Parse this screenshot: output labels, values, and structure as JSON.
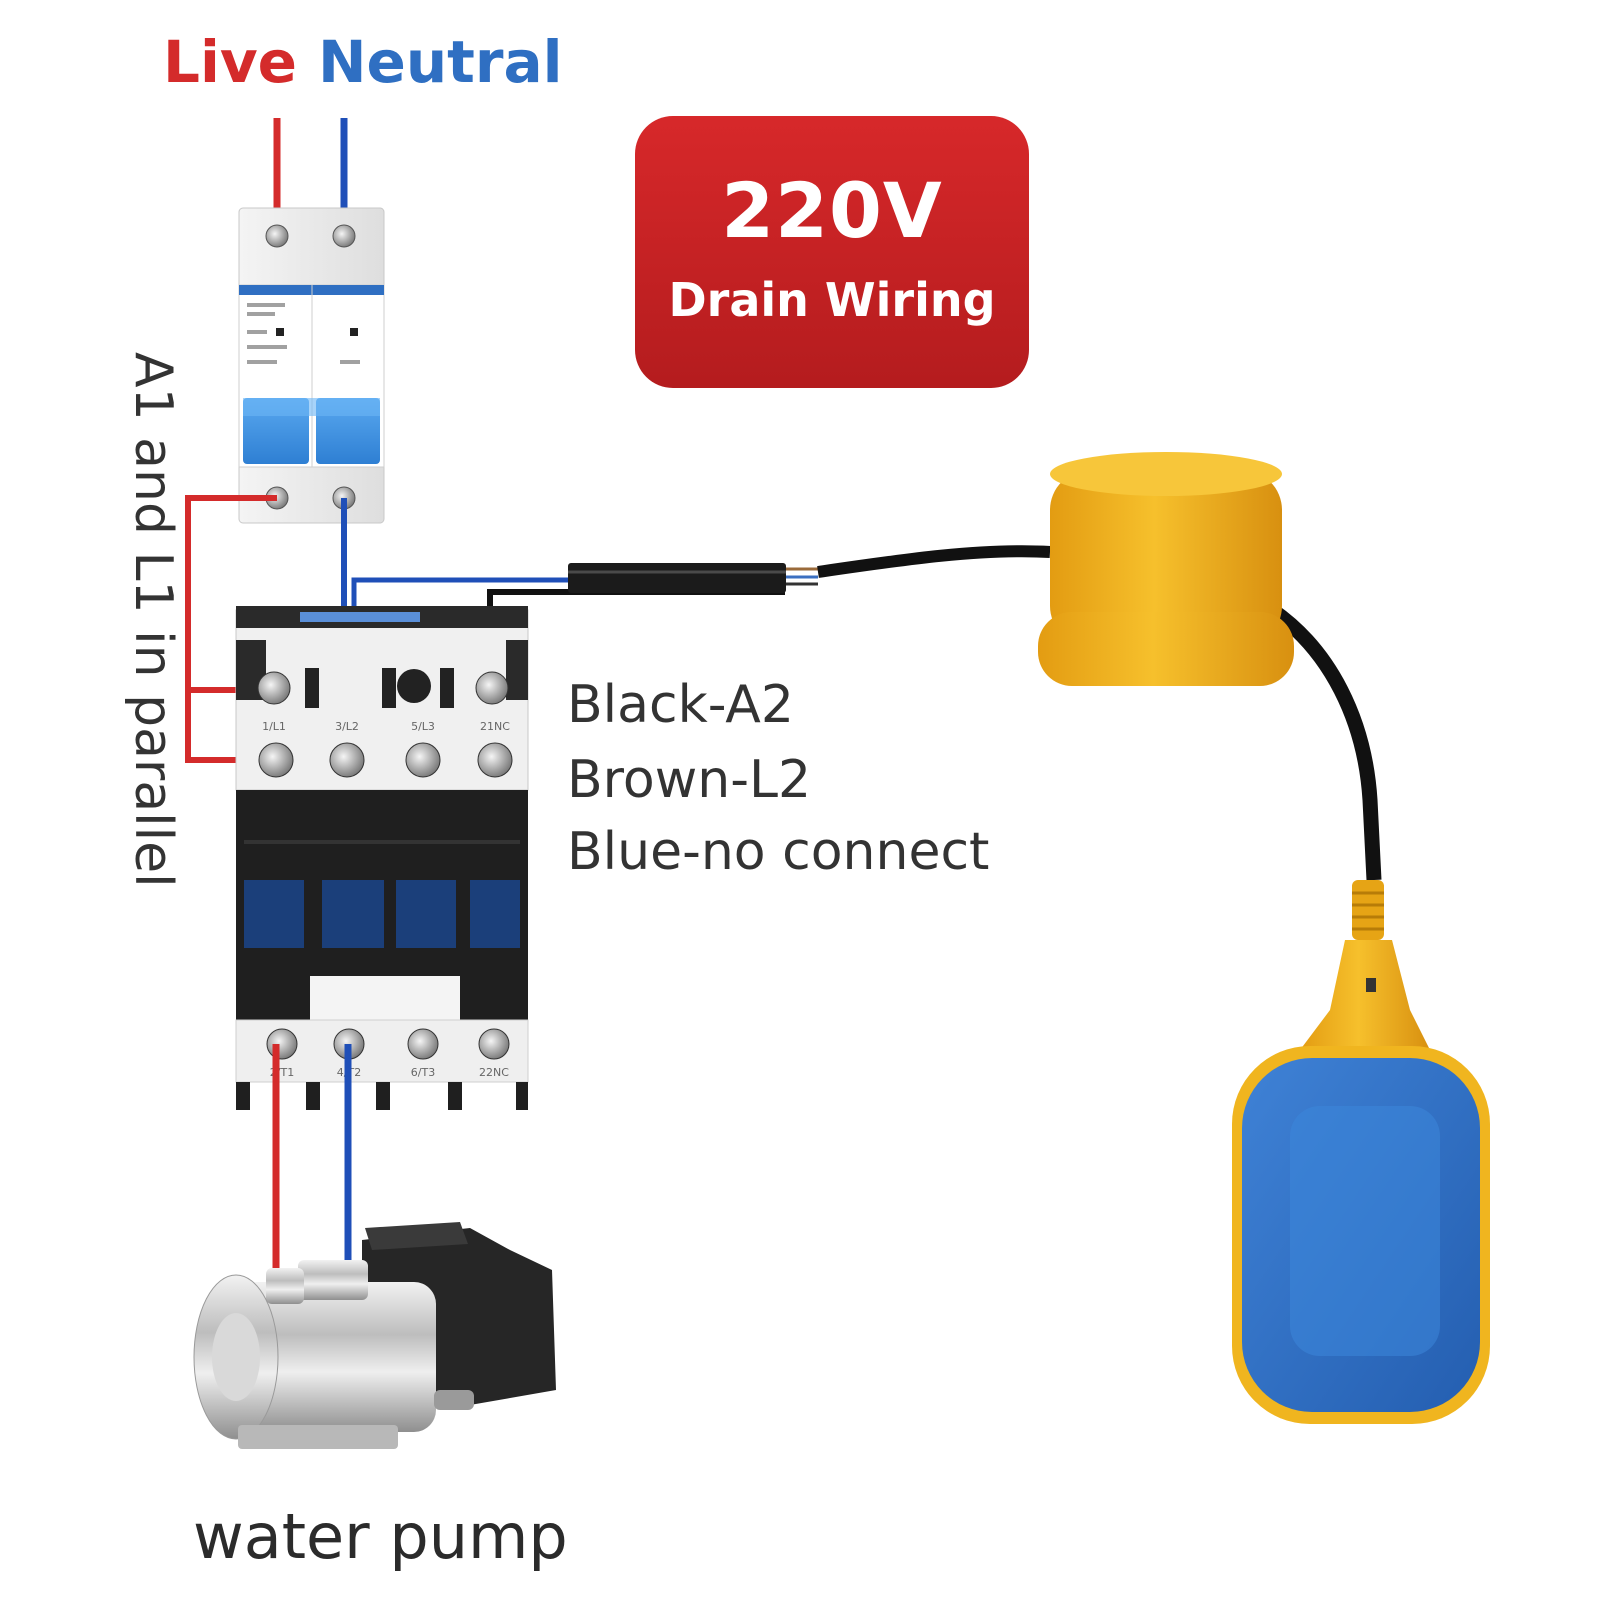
{
  "labels": {
    "live": "Live",
    "neutral": "Neutral",
    "badge_voltage": "220V",
    "badge_subtitle": "Drain Wiring",
    "parallel_note": "A1 and L1 in parallel",
    "note_black": "Black-A2",
    "note_brown": "Brown-L2",
    "note_blue": "Blue-no connect",
    "pump": "water pump"
  },
  "contactor_terminals": {
    "top": [
      "1/L1",
      "3/L2",
      "5/L3",
      "21NC"
    ],
    "bottom": [
      "2/T1",
      "4/T2",
      "6/T3",
      "22NC"
    ]
  },
  "colors": {
    "live_wire": "#d42b2b",
    "neutral_wire": "#1f4fb8",
    "badge_red": "#c92224",
    "breaker_blue": "#3b8fe0",
    "float_blue": "#2f6fc2",
    "float_yellow": "#f3b51e",
    "cable_black": "#111111"
  }
}
